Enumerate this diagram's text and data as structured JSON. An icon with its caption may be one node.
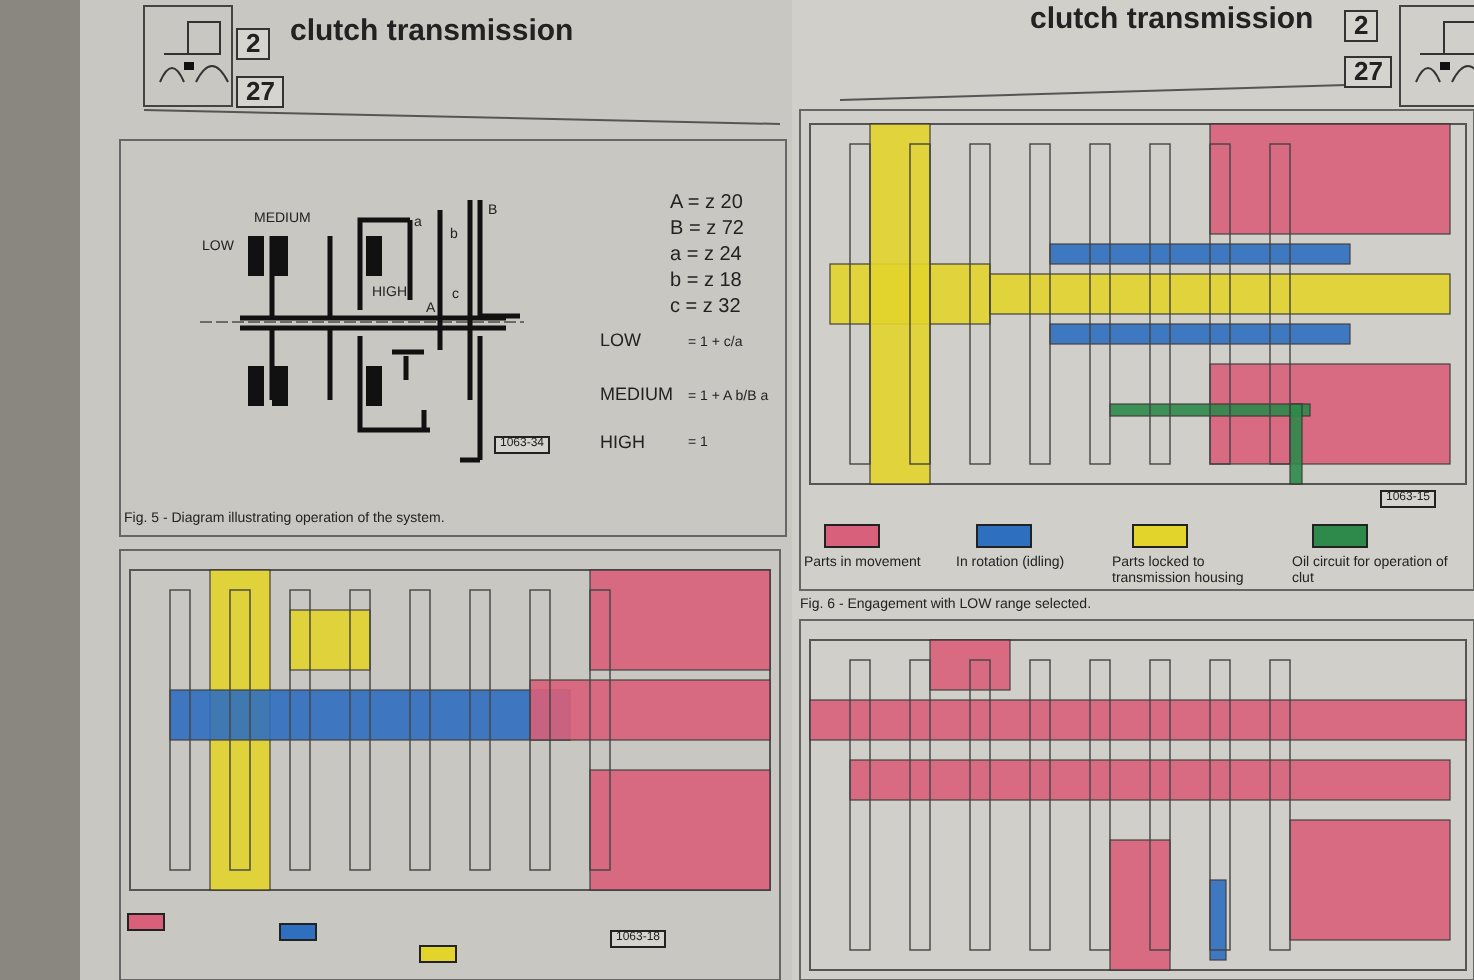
{
  "diagram": {
    "labels": [
      "2",
      "clutch transmission",
      "27",
      "clutch transmission",
      "2",
      "27",
      "LOW",
      "MEDIUM",
      "HIGH",
      "a",
      "b",
      "B",
      "A",
      "c",
      "1063-34",
      "A = z 20",
      "B = z 72",
      "a = z 24",
      "b = z 18",
      "c = z 32",
      "LOW",
      "= 1 + c/a",
      "MEDIUM",
      "= 1 + A b/B a",
      "HIGH",
      "= 1",
      "Fig. 5 - Diagram illustrating operation of the system.",
      "1063-15",
      "Fig. 6 - Engagement with LOW range selected.",
      "1063-18"
    ],
    "legend": [
      {
        "text": "Parts in movement",
        "color": "#d9607a"
      },
      {
        "text": "In rotation (idling)",
        "color": "#2f6fc0"
      },
      {
        "text": "Parts locked to transmission housing",
        "color": "#e3d42c"
      },
      {
        "text": "Oil circuit for operation of clut",
        "color": "#2e8a4a"
      }
    ]
  }
}
